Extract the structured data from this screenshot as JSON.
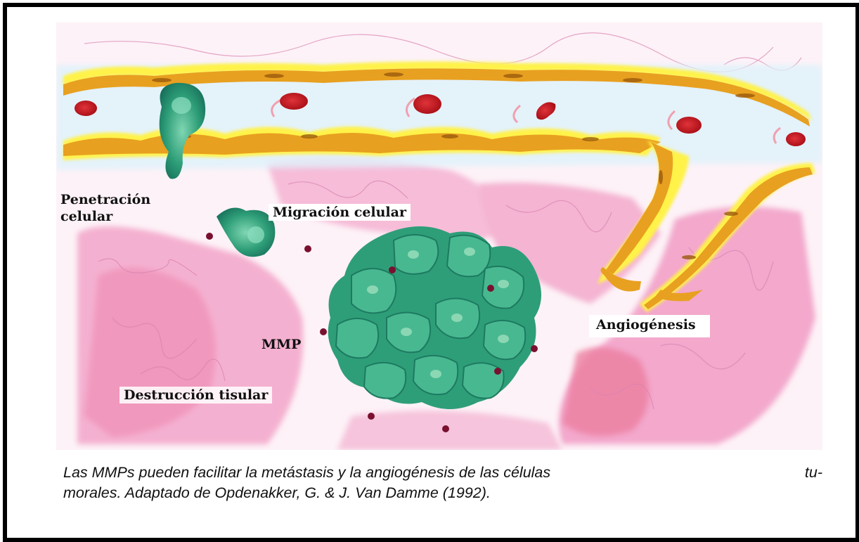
{
  "labels": {
    "penetracion": "Penetración celular",
    "migracion": "Migración celular",
    "mmp": "MMP",
    "destruccion": "Destrucción tisular",
    "angiogenesis": "Angiogénesis"
  },
  "caption": {
    "line1_text": "Las MMPs pueden facilitar la metástasis y la angiogénesis de las células",
    "line1_end": "tu-",
    "line2": "morales. Adaptado de Opdenakker, G. & J. Van Damme (1992)."
  },
  "colors": {
    "vessel": "#e8a020",
    "vessel_glow": "#fff24a",
    "tissue_pink": "#f2a6cc",
    "tissue_deep": "#ec7fa0",
    "red_cell": "#c8141c",
    "tumor_cell": "#2e9e78",
    "mmp_dot": "#7a1030",
    "frame": "#000000"
  }
}
